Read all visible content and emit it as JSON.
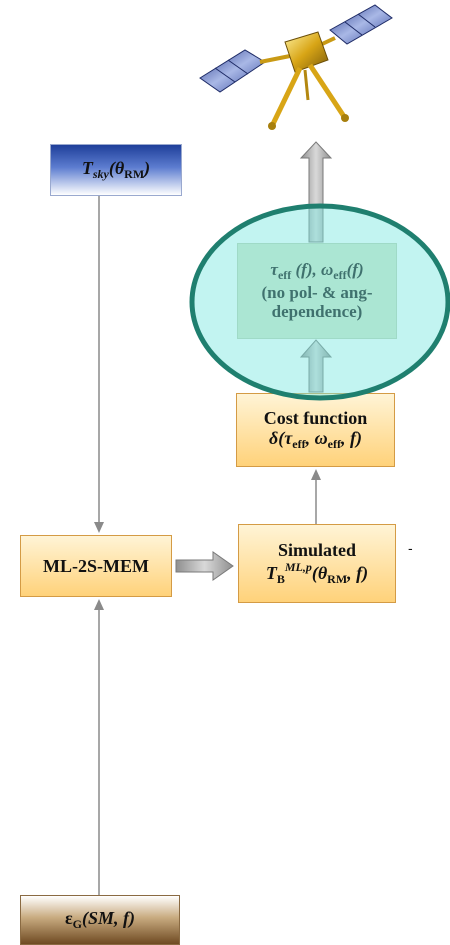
{
  "boxes": {
    "tsky": {
      "label": "T",
      "sub": "sky",
      "arg": "(θ",
      "arg_sub": "RM",
      "close": ")"
    },
    "tau": {
      "line1": {
        "tau": "τ",
        "tau_sub": "eff",
        "tau_arg": "(f), ",
        "omega": "ω",
        "omega_sub": "eff",
        "omega_arg": "(f)"
      },
      "line2": "(no pol- & ang-",
      "line3": "dependence)"
    },
    "cost": {
      "line1": "Cost function",
      "line2": {
        "delta": "δ(",
        "tau": "τ",
        "tau_sub": "eff",
        "sep": ", ",
        "omega": "ω",
        "omega_sub": "eff",
        "tail": ", f)"
      }
    },
    "ml2s": {
      "label": "ML-2S-MEM"
    },
    "sim": {
      "line1": "Simulated",
      "line2": {
        "t": "T",
        "sub": "B",
        "sup": "ML,p",
        "arg": "(θ",
        "arg_sub": "RM",
        "tail": ", f)"
      }
    },
    "eps": {
      "label": "ε",
      "sub": "G",
      "arg": "(SM, f)"
    }
  },
  "colors": {
    "arrow": "#8a8a8a",
    "arrow_fat": "#a6a6a6",
    "ellipse_stroke": "#1f7f6f",
    "ellipse_fill": "rgba(120, 230, 225, 0.45)"
  },
  "icons": {
    "satellite": "satellite-icon"
  }
}
